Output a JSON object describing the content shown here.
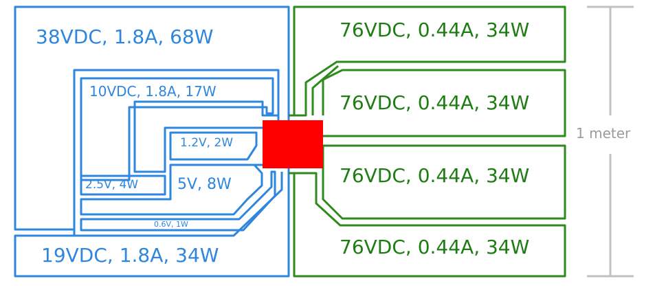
{
  "blue_domain": {
    "main": "38VDC, 1.8A, 68W",
    "bottom": "19VDC, 1.8A, 34W",
    "rail_10v": "10VDC, 1.8A, 17W",
    "rail_1v2": "1.2V, 2W",
    "rail_2v5": "2.5V, 4W",
    "rail_5v": "5V, 8W",
    "rail_0v6": "0.6V, 1W"
  },
  "green_domain": {
    "outputs": [
      "76VDC, 0.44A, 34W",
      "76VDC, 0.44A, 34W",
      "76VDC, 0.44A, 34W",
      "76VDC, 0.44A, 34W"
    ]
  },
  "scale": {
    "label": "1 meter"
  },
  "colors": {
    "blue": "#2e86de",
    "green": "#2f8a1e",
    "chip": "#ff0000",
    "scale": "#c0c0c0"
  }
}
